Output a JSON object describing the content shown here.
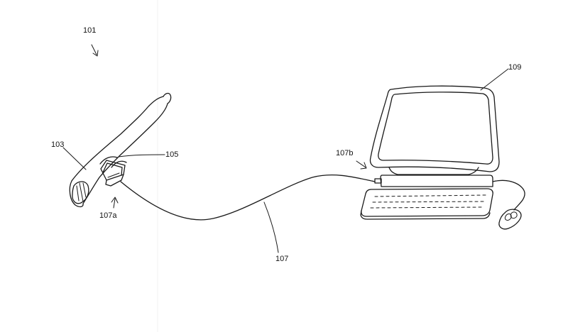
{
  "labels": {
    "system": "101",
    "finger": "103",
    "sensor": "105",
    "cable": "107",
    "cable_sensor_end": "107a",
    "cable_computer_end": "107b",
    "computer": "109"
  }
}
